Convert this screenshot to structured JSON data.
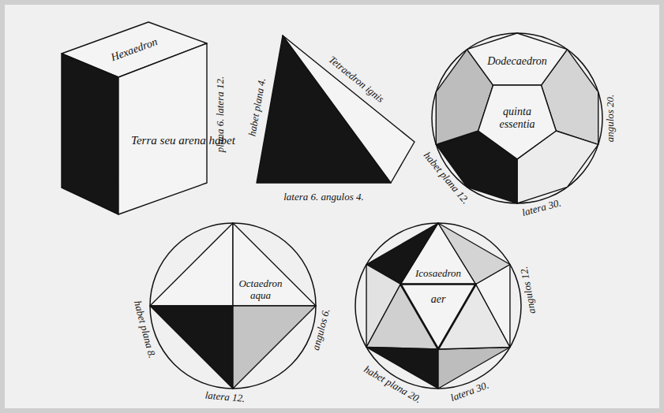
{
  "diagram": {
    "nodes": [
      {
        "text": [
          "Hexaedron",
          "Terra seu arena habet",
          "plana 6. latera 12."
        ]
      },
      {
        "text": [
          "habet plana 4.",
          "Tetraedron ignis",
          "latera 6. angulos 4."
        ]
      },
      {
        "text": [
          "Dodecaedron",
          "quinta essentia",
          "habet plana 12.",
          "latera 30.",
          "angulos 20."
        ]
      },
      {
        "text": [
          "Octaedron aqua",
          "habet plana 8.",
          "latera 12.",
          "angulos 6."
        ]
      },
      {
        "text": [
          "Icosaedron",
          "aer",
          "habet plana 20.",
          "latera 30.",
          "angulos 12."
        ]
      }
    ]
  }
}
